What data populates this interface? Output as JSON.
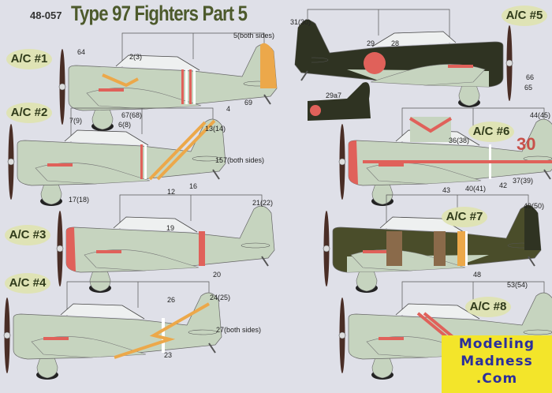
{
  "header": {
    "code": "48-057",
    "title": "Type 97 Fighters Part 5"
  },
  "badges": [
    "A/C #1",
    "A/C #2",
    "A/C #3",
    "A/C #4",
    "A/C #5",
    "A/C #6",
    "A/C #7",
    "A/C #8"
  ],
  "callouts": [
    "5(both sides)",
    "64",
    "2(3)",
    "69",
    "4",
    "67(68)",
    "7(9)",
    "6(8)",
    "13(14)",
    "157(both sides)",
    "12",
    "16",
    "17(18)",
    "21(22)",
    "19",
    "20",
    "26",
    "24(25)",
    "27(both sides)",
    "23",
    "31(30)",
    "29",
    "28",
    "66",
    "65",
    "29a7",
    "44(45)",
    "36(38)",
    "43",
    "40(41)",
    "42",
    "37(39)",
    "49(50)",
    "48",
    "53(54)"
  ],
  "aircraft_markings": {
    "a6_tail_number": "30"
  },
  "watermark": {
    "line1": "Modeling",
    "line2": "Madness",
    "line3": ".Com"
  },
  "colors": {
    "background": "#dfe0e8",
    "airframe": "#c6d4bf",
    "dark_green": "#2f3322",
    "hinomaru": "#e0615a",
    "orange": "#eca84a",
    "title": "#4d5a2c",
    "watermark_bg": "#f3e52a",
    "watermark_text": "#2b2f9c"
  }
}
